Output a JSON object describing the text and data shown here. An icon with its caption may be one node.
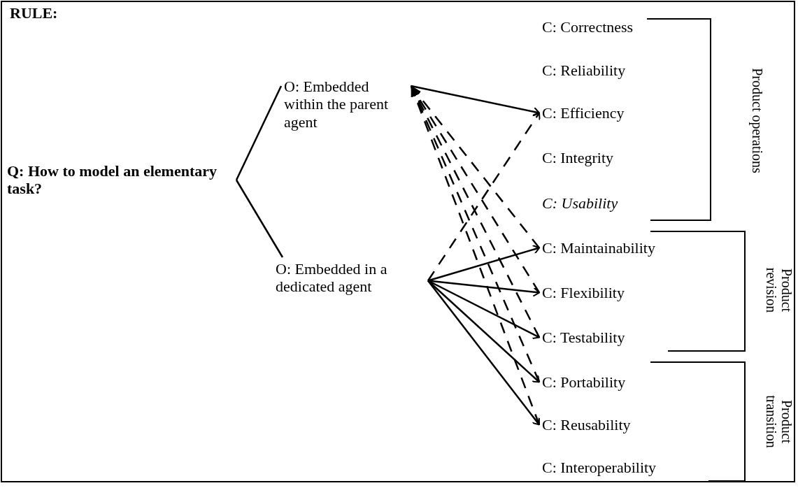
{
  "diagram": {
    "nodes": [
      {
        "text": [
          "Q: How to model an elementary  task?"
        ]
      },
      {
        "text": [
          "O: Embedded within the parent agent"
        ]
      },
      {
        "text": [
          "O: Embedded in a dedicated agent"
        ]
      },
      {
        "text": [
          "C: Correctness"
        ]
      },
      {
        "text": [
          "C: Reliability"
        ]
      },
      {
        "text": [
          "C: Efficiency"
        ]
      },
      {
        "text": [
          "C: Integrity"
        ]
      },
      {
        "text": [
          "C: Usability"
        ]
      },
      {
        "text": [
          "C: Maintainability"
        ]
      },
      {
        "text": [
          "C: Flexibility"
        ]
      },
      {
        "text": [
          "C: Testability"
        ]
      },
      {
        "text": [
          "C: Portability"
        ]
      },
      {
        "text": [
          "C: Reusability"
        ]
      },
      {
        "text": [
          "C: Interoperability"
        ]
      }
    ],
    "edges": [
      {
        "from": 0,
        "to": 1,
        "arrow": "none"
      },
      {
        "from": 0,
        "to": 2,
        "arrow": "none"
      },
      {
        "from": 1,
        "to": 5,
        "arrow": "to"
      },
      {
        "from": 2,
        "to": 5,
        "arrow": "to",
        "style": "dashed"
      },
      {
        "from": 2,
        "to": 8,
        "arrow": "to"
      },
      {
        "from": 2,
        "to": 9,
        "arrow": "to"
      },
      {
        "from": 2,
        "to": 10,
        "arrow": "to"
      },
      {
        "from": 2,
        "to": 11,
        "arrow": "to"
      },
      {
        "from": 2,
        "to": 12,
        "arrow": "to"
      },
      {
        "from": 8,
        "to": 1,
        "arrow": "to",
        "style": "dashed"
      },
      {
        "from": 9,
        "to": 1,
        "arrow": "to",
        "style": "dashed"
      },
      {
        "from": 10,
        "to": 1,
        "arrow": "to",
        "style": "dashed"
      },
      {
        "from": 11,
        "to": 1,
        "arrow": "to",
        "style": "dashed"
      },
      {
        "from": 12,
        "to": 1,
        "arrow": "to",
        "style": "dashed"
      }
    ],
    "labels": [
      "RULE:",
      "Product operations",
      "Product revision",
      "Product transition"
    ]
  }
}
